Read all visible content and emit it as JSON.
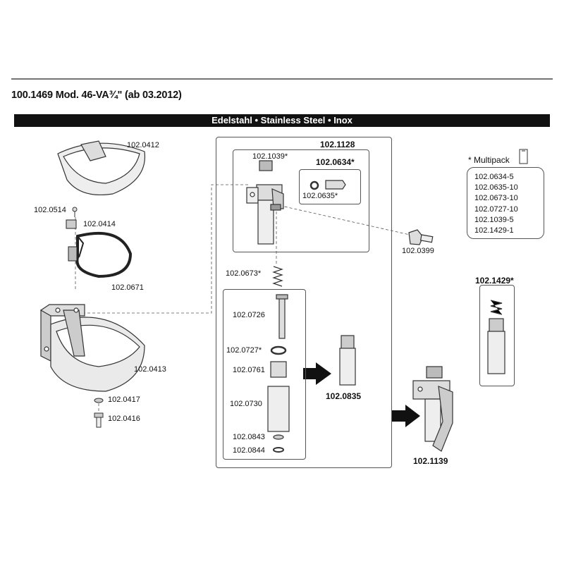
{
  "header": {
    "title": "100.1469 Mod. 46-VA¾\" (ab 03.2012)",
    "banner": "Edelstahl • Stainless Steel • Inox"
  },
  "parts": {
    "p0412": "102.0412",
    "p0514": "102.0514",
    "p0414": "102.0414",
    "p0671": "102.0671",
    "p0413": "102.0413",
    "p0417": "102.0417",
    "p0416": "102.0416",
    "p1128": "102.1128",
    "p1039": "102.1039*",
    "p0634": "102.0634*",
    "p0635": "102.0635*",
    "p0399": "102.0399",
    "p0673": "102.0673*",
    "p0726": "102.0726",
    "p0727": "102.0727*",
    "p0761": "102.0761",
    "p0730": "102.0730",
    "p0843": "102.0843",
    "p0844": "102.0844",
    "p0835": "102.0835",
    "p1139": "102.1139",
    "p1429": "102.1429*"
  },
  "multipack": {
    "heading": "* Multipack",
    "items": [
      "102.0634-5",
      "102.0635-10",
      "102.0673-10",
      "102.0727-10",
      "102.1039-5",
      "102.1429-1"
    ]
  }
}
